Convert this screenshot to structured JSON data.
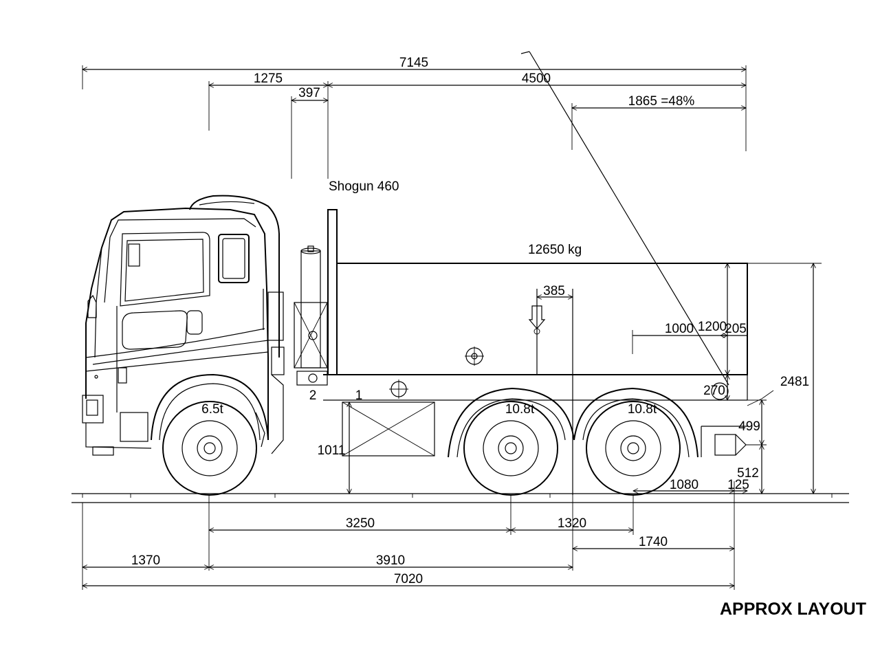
{
  "model": "Shogun 460",
  "payload": "12650 kg",
  "caption": "APPROX LAYOUT",
  "axles": {
    "front": "6.5t",
    "rear1": "10.8t",
    "rear2": "10.8t"
  },
  "markers": {
    "one": "1",
    "two": "2"
  },
  "dims": {
    "overall_top": "7145",
    "cab_to_body": "1275",
    "gap": "397",
    "body_length": "4500",
    "rear_overhang_pct": "1865 =48%",
    "cog_offset": "385",
    "d1000": "1000",
    "d1200": "1200",
    "d205": "205",
    "d270": "270",
    "d2481": "2481",
    "d499": "499",
    "d512": "512",
    "d1011": "1011",
    "d1080": "1080",
    "d125": "125",
    "wheelbase": "3250",
    "bogie": "1320",
    "rear_overhang": "1740",
    "front_overhang": "1370",
    "d3910": "3910",
    "overall_length": "7020"
  }
}
